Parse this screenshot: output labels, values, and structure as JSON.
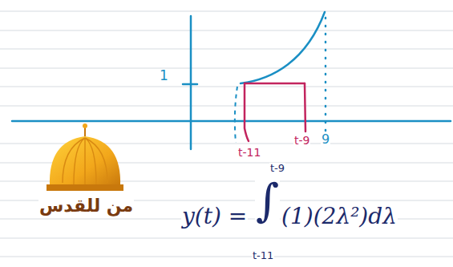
{
  "diagram": {
    "labels": [
      "1",
      "t-11",
      "t-9",
      "9",
      "y(t) =",
      "∫",
      "(1)(2λ²)dλ",
      "t-9",
      "t-11",
      "من للقدس"
    ]
  }
}
